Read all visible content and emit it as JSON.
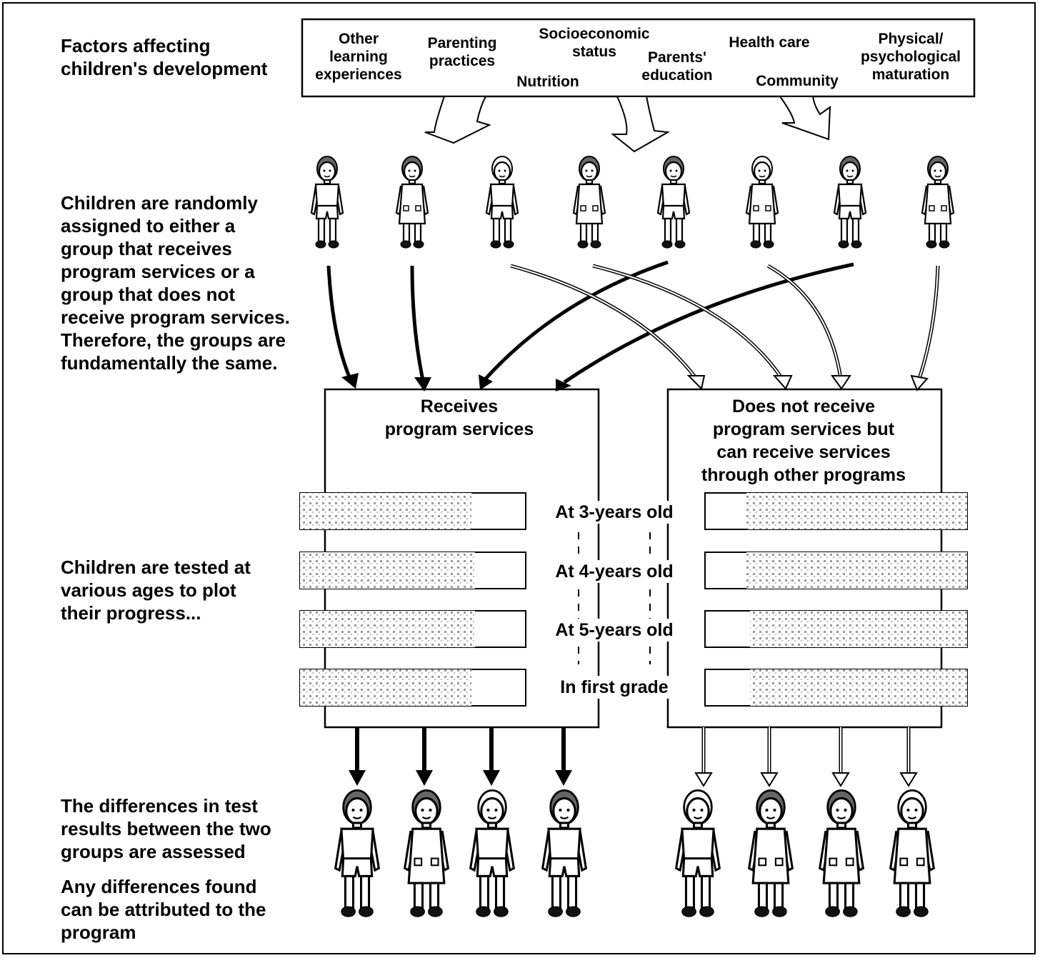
{
  "side_labels": {
    "factors": "Factors affecting\nchildren's development",
    "random": "Children are randomly\nassigned to either a\ngroup that receives\nprogram services or a\ngroup that does not\nreceive program services.\nTherefore, the groups are\nfundamentally the same.",
    "tested": "Children are tested at\nvarious ages to plot\ntheir progress...",
    "differences": "The differences in test\nresults between the two\ngroups are assessed",
    "attributed": "Any differences found\ncan be attributed to the\nprogram"
  },
  "factors": [
    "Other\nlearning\nexperiences",
    "Parenting\npractices",
    "Socioeconomic\nstatus",
    "Nutrition",
    "Parents'\neducation",
    "Health care",
    "Community",
    "Physical/\npsychological\nmaturation"
  ],
  "groups": {
    "treatment": "Receives\nprogram services",
    "control": "Does not receive\nprogram services but\ncan receive services\nthrough other programs"
  },
  "test_ages": [
    "At 3-years old",
    "At 4-years old",
    "At 5-years old",
    "In first grade"
  ],
  "children_top": [
    "boy",
    "girl",
    "boy",
    "girl",
    "boy",
    "girl",
    "boy",
    "girl"
  ],
  "children_bottom_treatment": [
    "boy",
    "girl",
    "boy",
    "boy"
  ],
  "children_bottom_control": [
    "boy",
    "girl",
    "girl",
    "girl"
  ]
}
